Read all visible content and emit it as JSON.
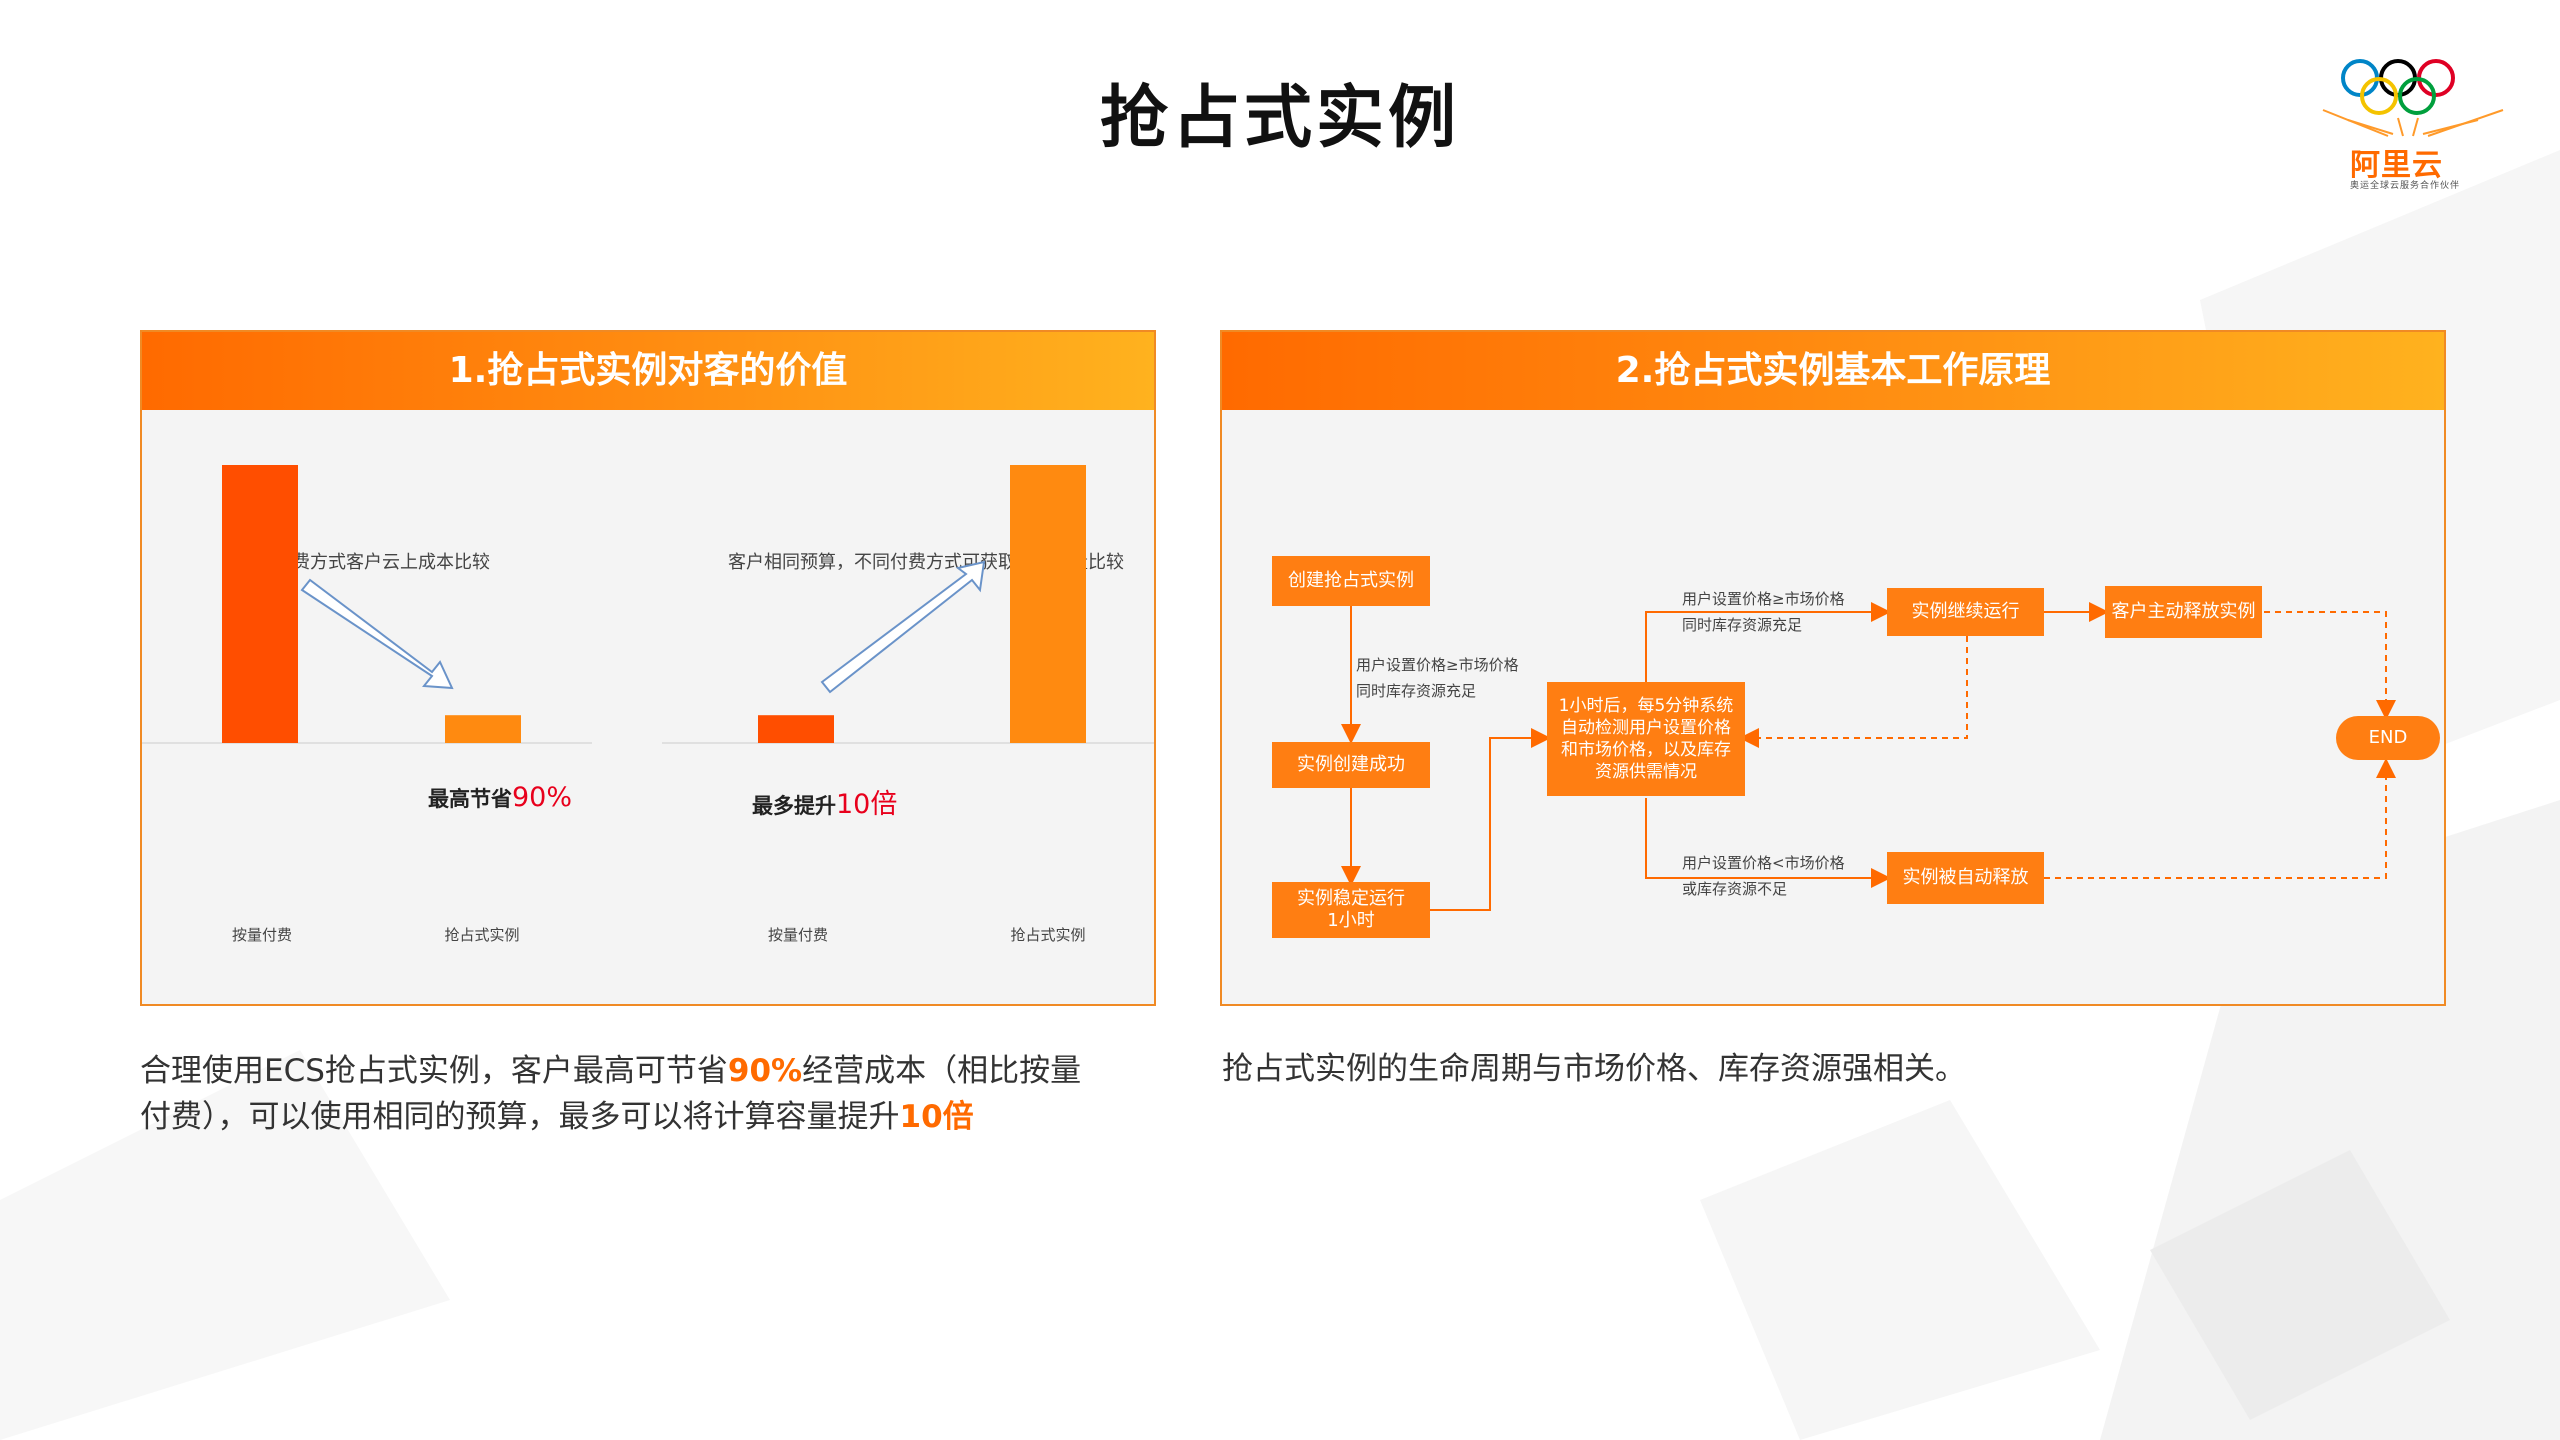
{
  "title": "抢占式实例",
  "logo": {
    "brand": "阿里云",
    "tagline": "奥运全球云服务合作伙伴"
  },
  "panel1": {
    "heading": "1.抢占式实例对客的价值",
    "left_chart": {
      "title": "两种付费方式客户云上成本比较",
      "categories": [
        "按量付费",
        "抢占式实例"
      ],
      "note_prefix": "最高节省",
      "note_value": "90%"
    },
    "right_chart": {
      "title": "客户相同预算，不同付费方式可获取计算容量比较",
      "categories": [
        "按量付费",
        "抢占式实例"
      ],
      "note_prefix": "最多提升",
      "note_value": "10倍"
    },
    "caption": {
      "line1_a": "合理使用ECS抢占式实例，客户最高可节省",
      "line1_hl": "90%",
      "line1_b": "经营成本（相比按量",
      "line2_a": "付费），可以使用相同的预算，最多可以将计算容量提升",
      "line2_hl": "10倍"
    }
  },
  "chart_data": [
    {
      "type": "bar",
      "title": "两种付费方式客户云上成本比较",
      "categories": [
        "按量付费",
        "抢占式实例"
      ],
      "values": [
        100,
        10
      ],
      "annotation": "最高节省90%"
    },
    {
      "type": "bar",
      "title": "客户相同预算，不同付费方式可获取计算容量比较",
      "categories": [
        "按量付费",
        "抢占式实例"
      ],
      "values": [
        1,
        10
      ],
      "annotation": "最多提升10倍"
    }
  ],
  "panel2": {
    "heading": "2.抢占式实例基本工作原理",
    "nodes": {
      "create": "创建抢占式实例",
      "created_ok": "实例创建成功",
      "stable_1": "实例稳定运行",
      "stable_2": "1小时",
      "check_1": "1小时后，每5分钟系统",
      "check_2": "自动检测用户设置价格",
      "check_3": "和市场价格，以及库存",
      "check_4": "资源供需情况",
      "continue": "实例继续运行",
      "release_user": "客户主动释放实例",
      "release_auto": "实例被自动释放",
      "end": "END"
    },
    "labels": {
      "cond_a1": "用户设置价格≥市场价格",
      "cond_a2": "同时库存资源充足",
      "cond_b1": "用户设置价格≥市场价格",
      "cond_b2": "同时库存资源充足",
      "cond_c1": "用户设置价格<市场价格",
      "cond_c2": "或库存资源不足"
    },
    "caption": "抢占式实例的生命周期与市场价格、库存资源强相关。"
  },
  "colors": {
    "accent": "#ff6a00",
    "bar_red": "#ff4e00",
    "bar_orange": "#ff8a10",
    "highlight_red": "#e8001c"
  }
}
